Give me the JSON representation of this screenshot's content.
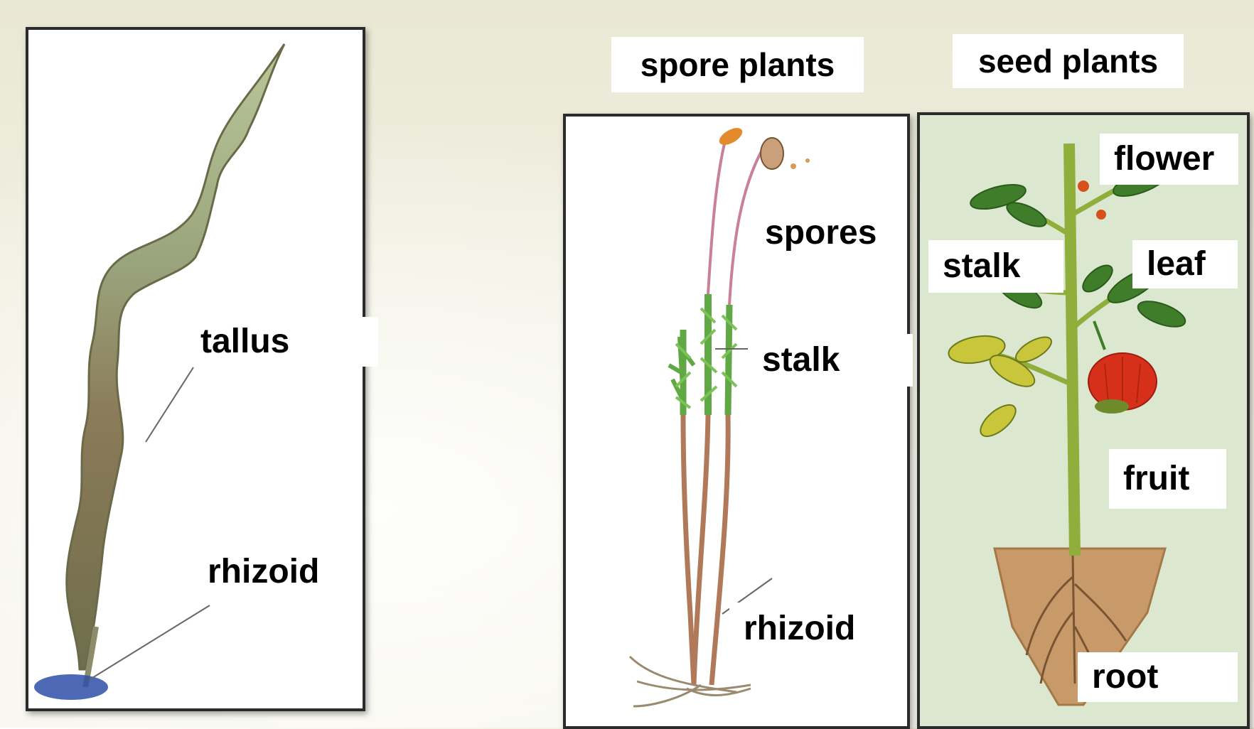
{
  "headings": {
    "spore": "spore plants",
    "seed": "seed plants"
  },
  "algae": {
    "label_tallus": "tallus",
    "label_rhizoid": "rhizoid"
  },
  "moss": {
    "label_spores": "spores",
    "label_stalk": "stalk",
    "label_rhizoid": "rhizoid"
  },
  "tomato": {
    "label_flower": "flower",
    "label_stalk": "stalk",
    "label_leaf": "leaf",
    "label_fruit": "fruit",
    "label_root": "root"
  },
  "colors": {
    "frame": "#2b2b2b",
    "algae": "#8a8a60",
    "moss_green": "#5fa844",
    "moss_stem": "#b07a5a",
    "seta": "#c9809a",
    "leaf_green": "#3f7d2a",
    "tomato_red": "#d6301b",
    "soil": "#c89a6a",
    "holdfast": "#2e4fa8",
    "seed_bg": "#dbe8cf"
  }
}
